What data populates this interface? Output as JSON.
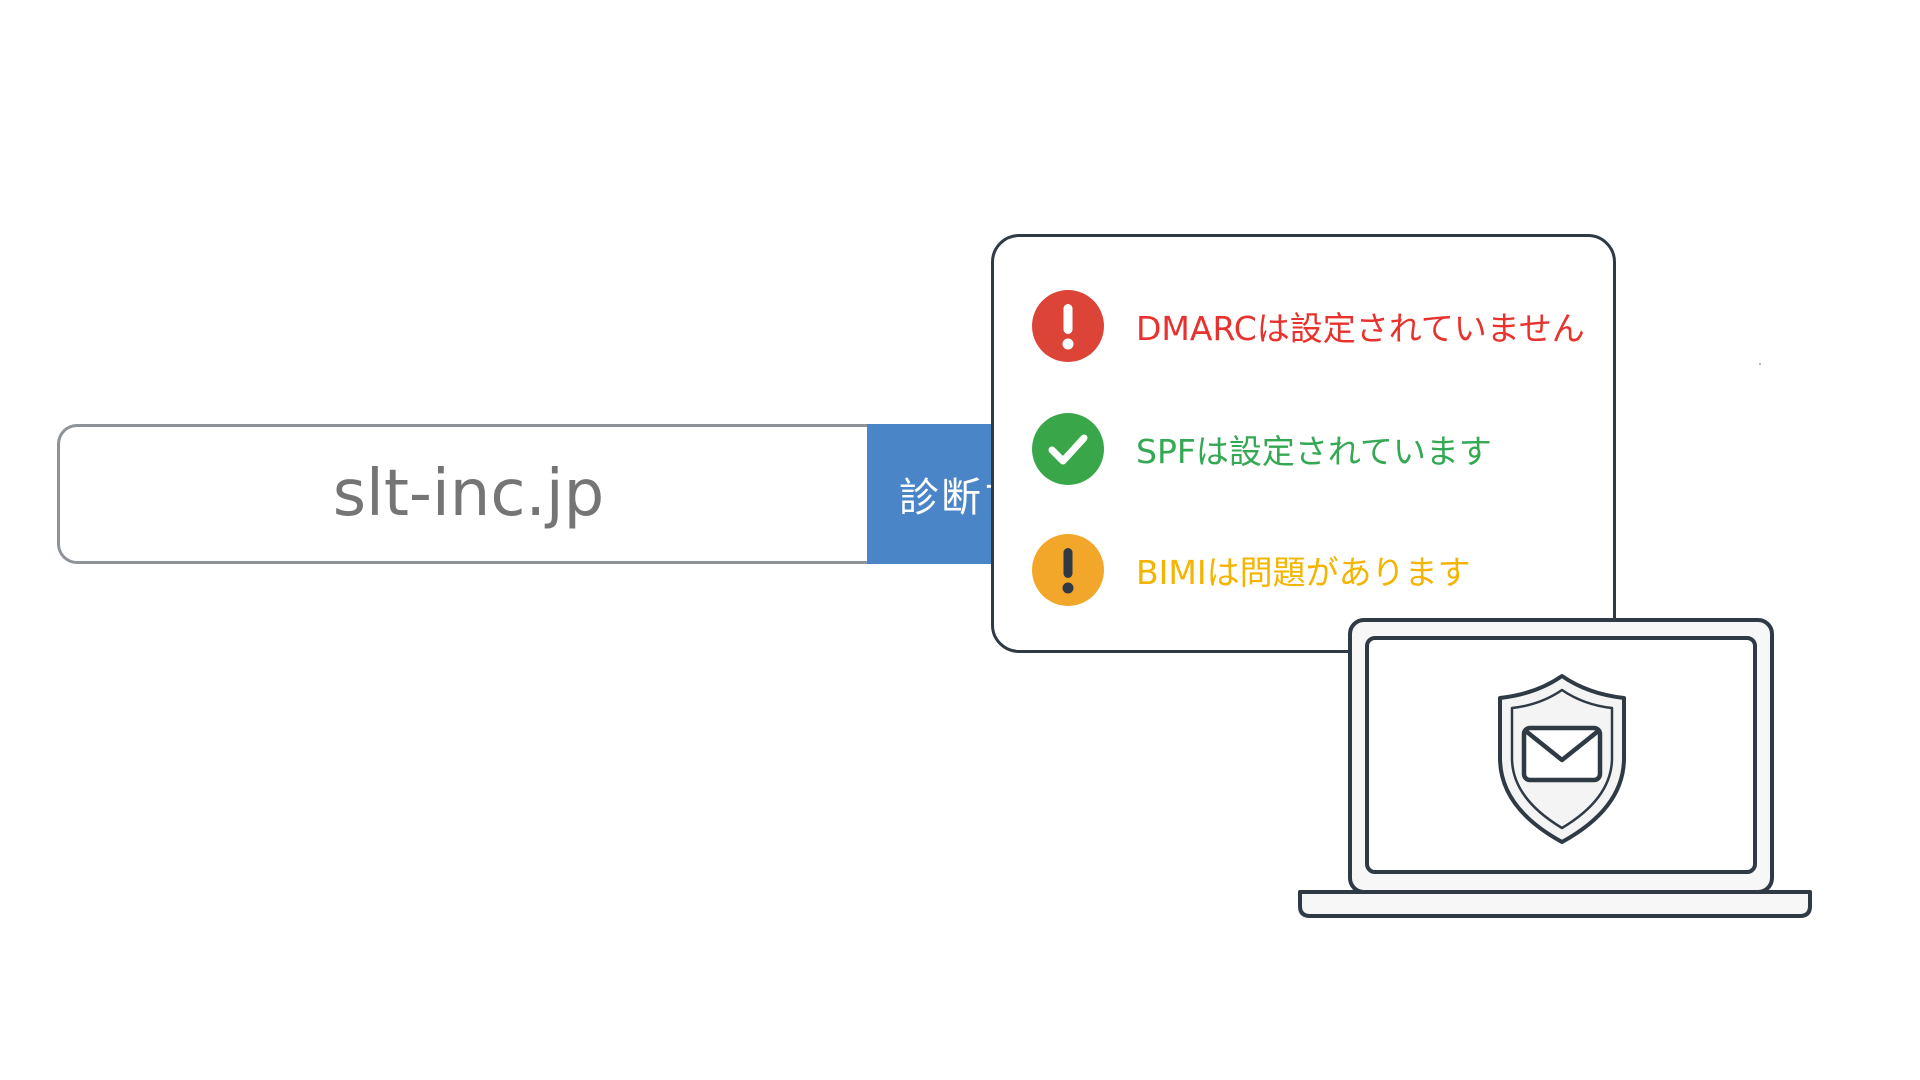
{
  "search": {
    "value": "slt-inc.jp",
    "button_label": "診断する"
  },
  "results": [
    {
      "label": "DMARCは設定されていません",
      "status": "error",
      "color": "#e8322d",
      "icon_color": "#db4437",
      "icon": "exclamation-icon"
    },
    {
      "label": "SPFは設定されています",
      "status": "ok",
      "color": "#34a853",
      "icon_color": "#3aa64a",
      "icon": "checkmark-icon"
    },
    {
      "label": "BIMIは問題があります",
      "status": "warning",
      "color": "#f4b400",
      "icon_color": "#f2a72a",
      "icon": "exclamation-icon"
    }
  ],
  "illustration": {
    "device": "laptop-icon",
    "emblem": "shield-mail-icon"
  },
  "colors": {
    "button": "#4a86c7",
    "outline": "#2f3a45",
    "input_border": "#8d9399"
  }
}
